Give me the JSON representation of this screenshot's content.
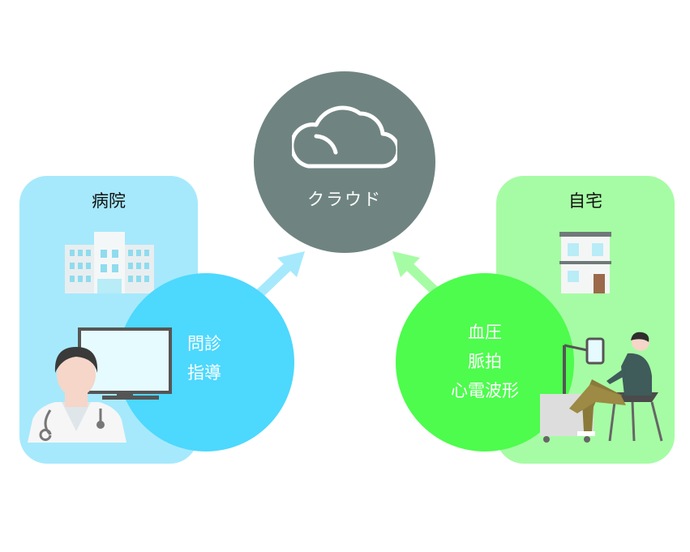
{
  "cloud": {
    "label": "クラウド",
    "icon": "cloud-icon",
    "color": "#6f8481"
  },
  "hospital": {
    "title": "病院",
    "lines": [
      "問診",
      "指導"
    ],
    "panel_color": "#a6e9fc",
    "circle_color": "#4dd8fd"
  },
  "home": {
    "title": "自宅",
    "lines": [
      "血圧",
      "脈拍",
      "心電波形"
    ],
    "panel_color": "#a6fca4",
    "circle_color": "#4dfc4d"
  },
  "arrows": {
    "left_color": "#a6e9fc",
    "right_color": "#a6fca4"
  }
}
